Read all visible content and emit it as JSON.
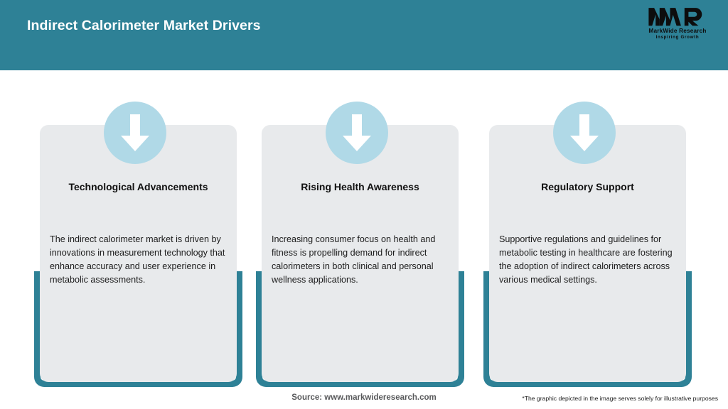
{
  "header": {
    "title": "Indirect Calorimeter Market Drivers",
    "background_color": "#2e8196",
    "title_color": "#ffffff"
  },
  "logo": {
    "mark": "MWR",
    "name": "MarkWide Research",
    "tagline": "Inspiring Growth"
  },
  "theme": {
    "accent_teal": "#2e8196",
    "badge_blue": "#b0d9e7",
    "card_grey": "#e8eaec",
    "page_background": "#ffffff"
  },
  "cards": [
    {
      "icon": "down-arrow-icon",
      "title": "Technological Advancements",
      "description": "The indirect calorimeter market is driven by innovations in measurement technology that enhance accuracy and user experience in metabolic assessments."
    },
    {
      "icon": "down-arrow-icon",
      "title": "Rising Health Awareness",
      "description": "Increasing consumer focus on health and fitness is propelling demand for indirect calorimeters in both clinical and personal wellness applications."
    },
    {
      "icon": "down-arrow-icon",
      "title": "Regulatory Support",
      "description": "Supportive regulations and guidelines for metabolic testing in healthcare are fostering the adoption of indirect calorimeters across various medical settings."
    }
  ],
  "footer": {
    "source": "Source: www.markwideresearch.com",
    "disclaimer": "*The graphic depicted in the image serves solely for illustrative purposes"
  }
}
